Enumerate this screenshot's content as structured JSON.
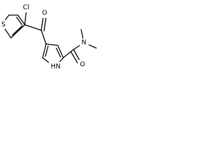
{
  "molecule": {
    "atoms": {
      "chlorine": "Cl",
      "sulfur": "S",
      "ketone_oxygen": "O",
      "amide_oxygen": "O",
      "amide_nitrogen": "N",
      "pyrrole_nitrogen": "HN"
    }
  }
}
